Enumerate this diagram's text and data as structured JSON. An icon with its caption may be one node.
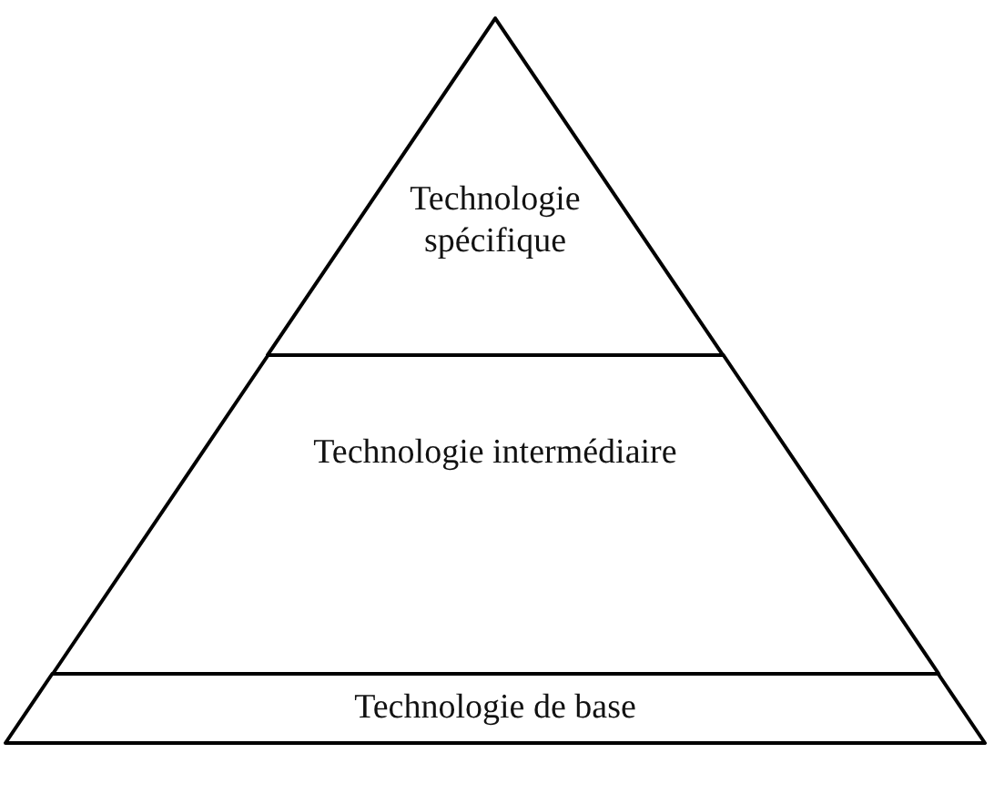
{
  "diagram": {
    "nodes": [
      {
        "text": [
          "Technologie spécifique"
        ]
      },
      {
        "text": [
          "Technologie intermédiaire"
        ]
      },
      {
        "text": [
          "Technologie de base"
        ]
      }
    ]
  }
}
